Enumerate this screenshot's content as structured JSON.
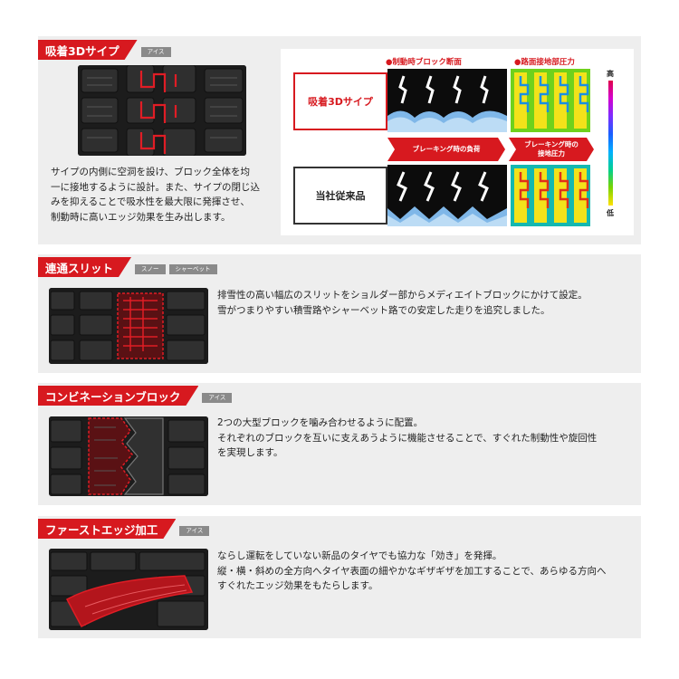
{
  "sections": [
    {
      "title": "吸着3Dサイプ",
      "chips": [
        "アイス"
      ],
      "description": "サイプの内側に空洞を設け、ブロック全体を均\n一に接地するように設計。また、サイプの閉じ込\nみを抑えることで吸水性を最大限に発揮させ、\n制動時に高いエッジ効果を生み出します。",
      "diagram": {
        "col1_header": "●制動時ブロック断面",
        "col2_header": "●路面接地部圧力",
        "row1_label": "吸着3Dサイプ",
        "row2_label": "当社従来品",
        "arrow1": "ブレーキング時の負荷",
        "arrow2": "ブレーキング時の\n接地圧力",
        "scale_high": "高",
        "scale_low": "低"
      }
    },
    {
      "title": "連通スリット",
      "chips": [
        "スノー",
        "シャーベット"
      ],
      "description": "排雪性の高い幅広のスリットをショルダー部からメディエイトブロックにかけて設定。\n雪がつまりやすい積雪路やシャーベット路での安定した走りを追究しました。"
    },
    {
      "title": "コンビネーションブロック",
      "chips": [
        "アイス"
      ],
      "description": "2つの大型ブロックを噛み合わせるように配置。\nそれぞれのブロックを互いに支えあうように機能させることで、すぐれた制動性や旋回性\nを実現します。"
    },
    {
      "title": "ファーストエッジ加工",
      "chips": [
        "アイス"
      ],
      "description": "ならし運転をしていない新品のタイヤでも協力な「効き」を発揮。\n縦・横・斜めの全方向へタイヤ表面の細やかなギザギザを加工することで、あらゆる方向へ\nすぐれたエッジ効果をもたらします。"
    }
  ],
  "colors": {
    "accent": "#d7191f",
    "panel": "#eeeeee",
    "chip": "#8a8a8a"
  }
}
